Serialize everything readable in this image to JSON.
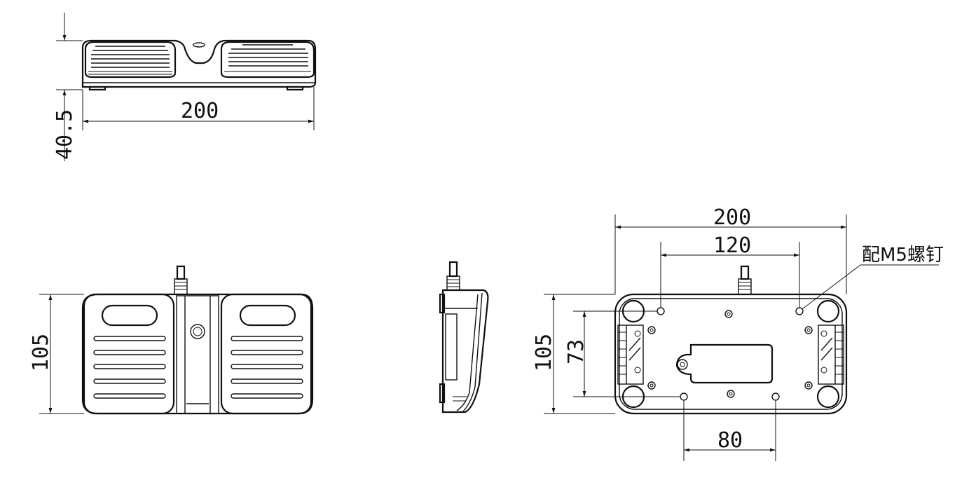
{
  "dimensions": {
    "top_height": "40.5",
    "top_width": "200",
    "front_height": "105",
    "bottom_width": "200",
    "bottom_hole_spacing_top": "120",
    "bottom_height": "105",
    "bottom_inner_height": "73",
    "bottom_hole_spacing_bottom": "80"
  },
  "notes": {
    "screw_note": "配M5螺钉"
  },
  "colors": {
    "line": "#111111",
    "background": "#ffffff"
  }
}
